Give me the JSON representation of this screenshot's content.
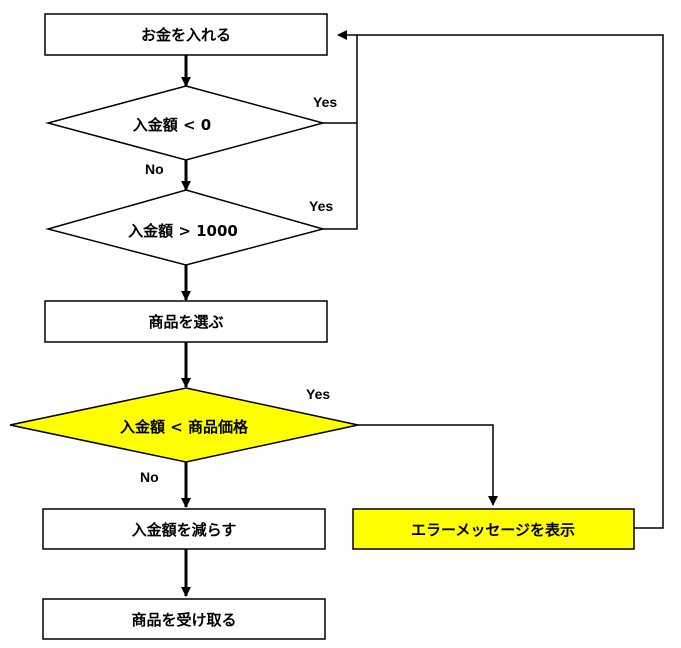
{
  "nodes": {
    "insert_money": "お金を入れる",
    "check_negative": "入金額 < 0",
    "check_over": "入金額 > 1000",
    "select_product": "商品を選ぶ",
    "check_price": "入金額 < 商品価格",
    "reduce_amount": "入金額を減らす",
    "receive_product": "商品を受け取る",
    "show_error": "エラーメッセージを表示"
  },
  "edge_labels": {
    "negative_yes": "Yes",
    "negative_no": "No",
    "over_yes": "Yes",
    "price_yes": "Yes",
    "price_no": "No"
  },
  "colors": {
    "highlight": "#ffff00",
    "box": "#ffffff",
    "stroke": "#000000"
  }
}
